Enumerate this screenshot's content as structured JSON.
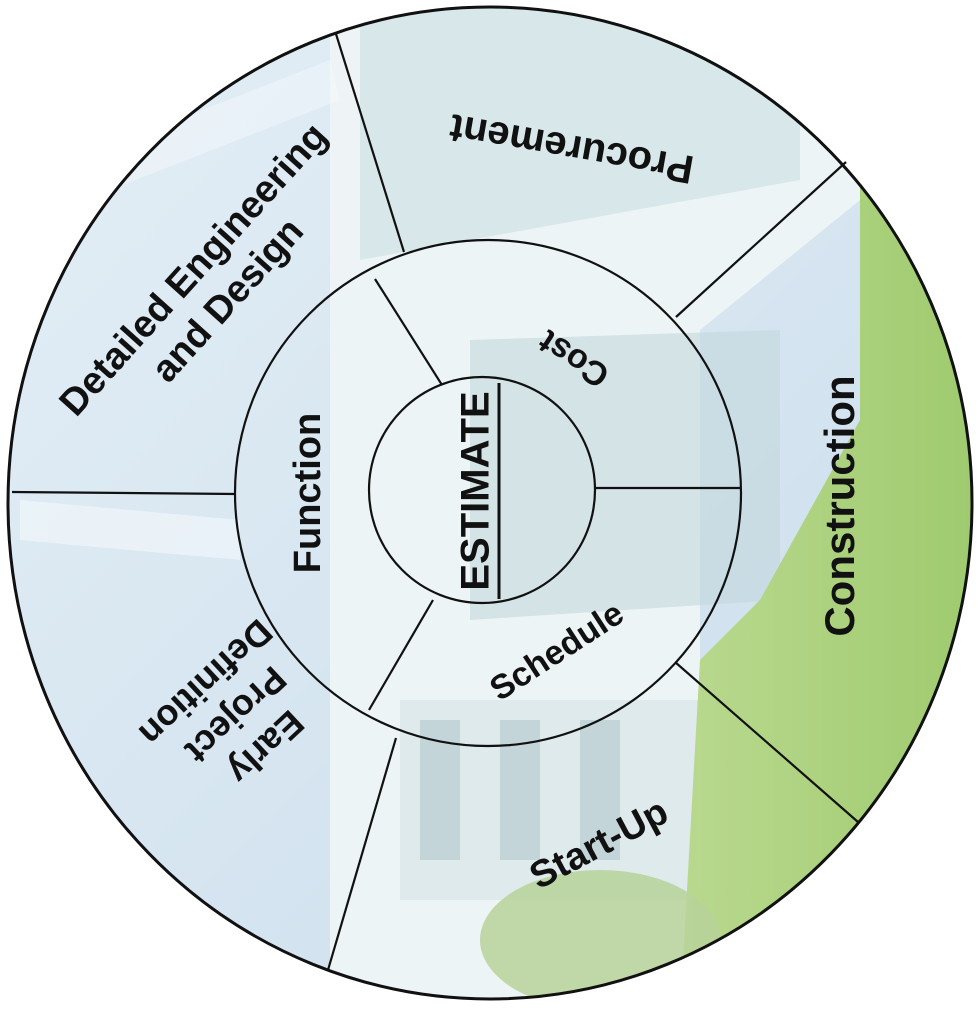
{
  "center": {
    "label": "ESTIMATE"
  },
  "inner_ring": {
    "cost": "Cost",
    "schedule": "Schedule",
    "function": "Function"
  },
  "outer_ring": {
    "procurement": "Procurement",
    "construction": "Construction",
    "start_up": "Start-Up",
    "early_line1": "Early",
    "early_line2": "Project",
    "early_line3": "Definition",
    "detailed_line1": "Detailed Engineering",
    "detailed_line2": "and Design"
  },
  "colors": {
    "line": "#111111",
    "sky": "#dbe9f2",
    "building": "#e9f1f3",
    "grass": "#a9cf7c",
    "glass": "#bcd3da"
  }
}
